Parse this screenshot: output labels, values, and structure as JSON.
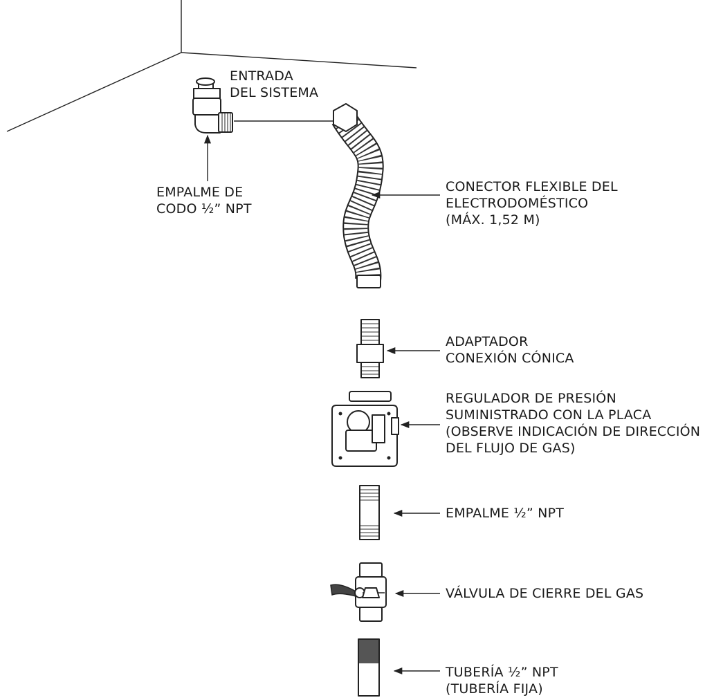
{
  "labels": {
    "system_inlet": [
      "ENTRADA",
      "DEL SISTEMA"
    ],
    "elbow_fitting": [
      "EMPALME DE",
      "CODO ½” NPT"
    ],
    "flex_connector": [
      "CONECTOR FLEXIBLE DEL",
      "ELECTRODOMÉSTICO",
      "(MÁX. 1,52 M)"
    ],
    "flare_adapter": [
      "ADAPTADOR",
      "CONEXIÓN CÓNICA"
    ],
    "pressure_regulator": [
      "REGULADOR DE PRESIÓN",
      "SUMINISTRADO CON LA PLACA",
      "(OBSERVE INDICACIÓN DE DIRECCIÓN",
      "DEL FLUJO DE GAS)"
    ],
    "nipple": [
      "EMPALME ½” NPT"
    ],
    "shutoff_valve": [
      "VÁLVULA DE CIERRE DEL GAS"
    ],
    "fixed_pipe": [
      "TUBERÍA ½” NPT",
      "(TUBERÍA FIJA)"
    ]
  }
}
